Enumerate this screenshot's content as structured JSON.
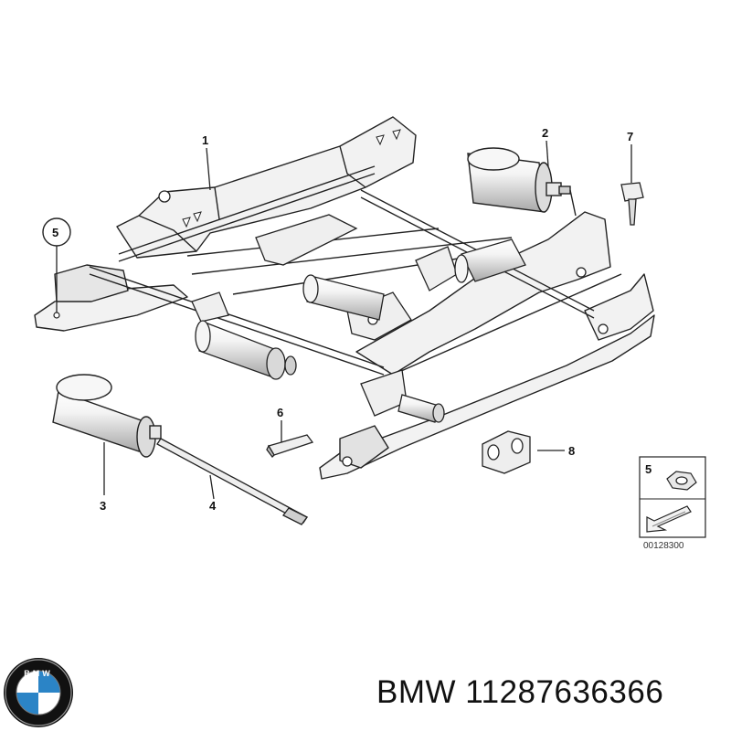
{
  "callouts": {
    "c1": "1",
    "c2": "2",
    "c3": "3",
    "c4": "4",
    "c5": "5",
    "c6": "6",
    "c7": "7",
    "c8": "8"
  },
  "legend_box": {
    "number": "5",
    "code": "00128300"
  },
  "logo": {
    "brand_letters": "BMW"
  },
  "footer": {
    "part_label": "BMW 11287636366"
  },
  "colors": {
    "line": "#222222",
    "part_fill": "#f2f2f2",
    "shade": "#bdbdbd",
    "logo_blue": "#2b84c6",
    "logo_ring": "#111111"
  }
}
